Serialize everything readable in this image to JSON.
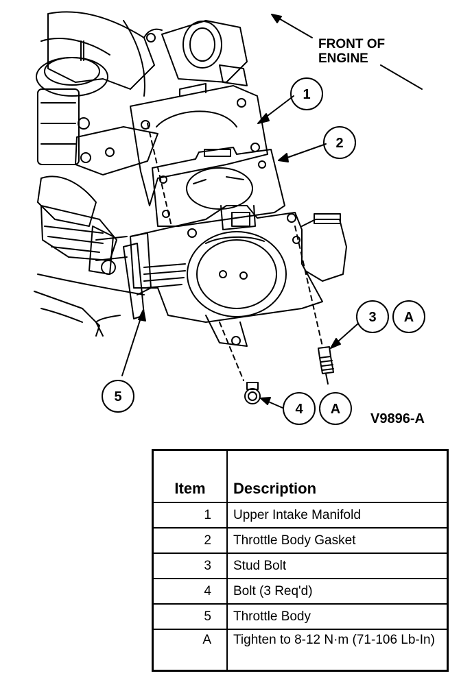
{
  "diagram": {
    "orientation_label_line1": "FRONT OF",
    "orientation_label_line2": "ENGINE",
    "figure_id": "V9896-A",
    "callouts": [
      {
        "id": "1",
        "label": "1"
      },
      {
        "id": "2",
        "label": "2"
      },
      {
        "id": "3",
        "label": "3",
        "spec": "A"
      },
      {
        "id": "4",
        "label": "4",
        "spec": "A"
      },
      {
        "id": "5",
        "label": "5"
      }
    ]
  },
  "legend": {
    "header_item": "Item",
    "header_description": "Description",
    "rows": [
      {
        "item": "1",
        "description": "Upper Intake Manifold"
      },
      {
        "item": "2",
        "description": "Throttle Body Gasket"
      },
      {
        "item": "3",
        "description": "Stud Bolt"
      },
      {
        "item": "4",
        "description": "Bolt (3 Req'd)"
      },
      {
        "item": "5",
        "description": "Throttle Body"
      },
      {
        "item": "A",
        "description": "Tighten to 8-12 N·m (71-106 Lb-In)"
      }
    ]
  }
}
